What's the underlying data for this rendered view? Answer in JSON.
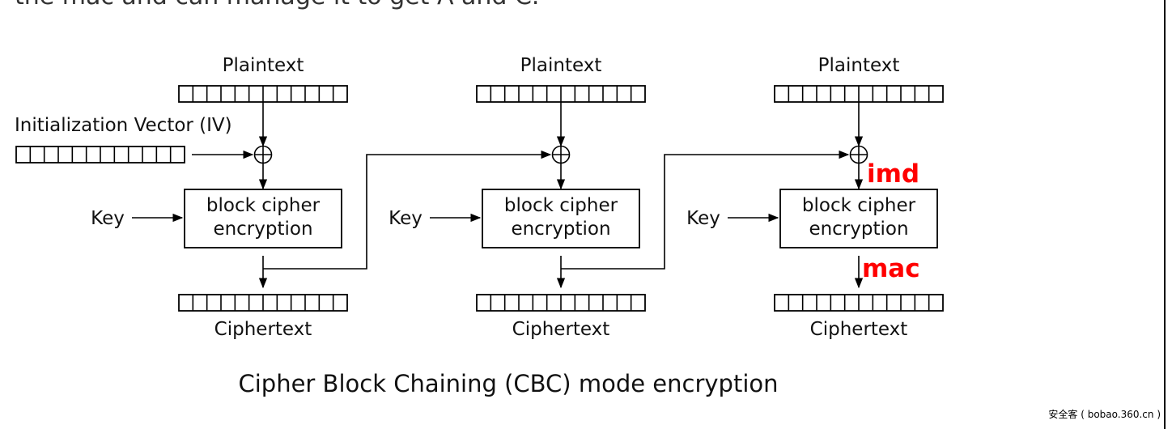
{
  "top_text": "the mac and can manage it to get A and C.",
  "diagram": {
    "plaintext_label": "Plaintext",
    "ciphertext_label": "Ciphertext",
    "iv_label": "Initialization Vector (IV)",
    "key_label": "Key",
    "block_line1": "block cipher",
    "block_line2": "encryption",
    "caption": "Cipher Block Chaining (CBC) mode encryption",
    "annotation_imd": "imd",
    "annotation_mac": "mac",
    "annotation_color": "#ff0000",
    "line_color": "#000000"
  },
  "watermark": "安全客 ( bobao.360.cn )"
}
